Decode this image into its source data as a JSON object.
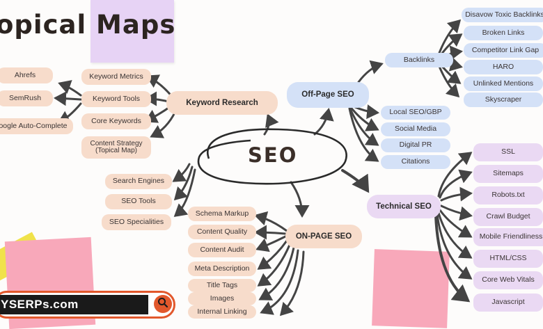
{
  "title": "opical Maps",
  "center": "SEO",
  "brand": "YSERPs.com",
  "hubs": {
    "keyword_research": "Keyword Research",
    "off_page": "Off-Page SEO",
    "technical": "Technical SEO",
    "on_page": "ON-PAGE SEO"
  },
  "keyword": {
    "tools_left": [
      "Ahrefs",
      "SemRush",
      "oogle Auto-Complete"
    ],
    "items": [
      "Keyword Metrics",
      "Keyword Tools",
      "Core Keywords",
      "Content Strategy (Topical Map)"
    ]
  },
  "misc": [
    "Search Engines",
    "SEO Tools",
    "SEO Specialities"
  ],
  "offpage": {
    "backlinks": "Backlinks",
    "backlink_children": [
      "Disavow Toxic Backlinks",
      "Broken Links",
      "Competitor Link Gap",
      "HARO",
      "Unlinked Mentions",
      "Skyscraper"
    ],
    "others": [
      "Local SEO/GBP",
      "Social Media",
      "Digital PR",
      "Citations"
    ]
  },
  "technical": [
    "SSL",
    "Sitemaps",
    "Robots.txt",
    "Crawl Budget",
    "Mobile Friendliness",
    "HTML/CSS",
    "Core Web Vitals",
    "Javascript"
  ],
  "onpage": [
    "Schema Markup",
    "Content Quality",
    "Content Audit",
    "Meta Description",
    "Title Tags",
    "Images",
    "Internal Linking"
  ],
  "colors": {
    "peach": "#f7dccb",
    "blue": "#d4e1f7",
    "lavender": "#ead9f3",
    "sticky_purple": "#e7d3f5",
    "sticky_pink": "#f8a8ba",
    "sticky_yellow": "#f0e24a",
    "arrow": "#444444",
    "accent": "#e2582c"
  },
  "icons": [
    "search-icon"
  ]
}
